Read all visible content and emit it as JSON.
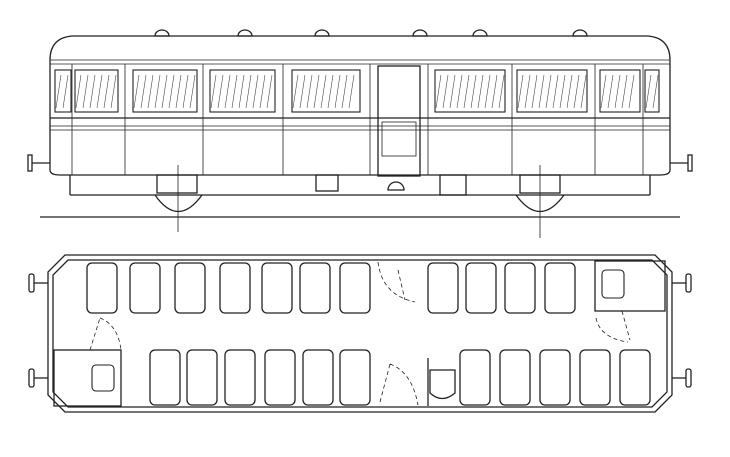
{
  "colors": {
    "ink": "#222222",
    "paper": "#ffffff"
  },
  "plan": {
    "top_seats_left": [
      87,
      130,
      175,
      220,
      262,
      300,
      340
    ],
    "top_seats_right": [
      428,
      466,
      505,
      545
    ],
    "bottom_seats_left": [
      150,
      187,
      225,
      265,
      303,
      340
    ],
    "bottom_seats_right": [
      460,
      500,
      540,
      580,
      620
    ]
  }
}
